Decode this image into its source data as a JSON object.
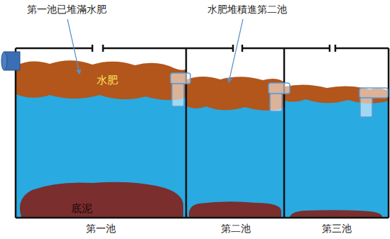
{
  "diagram": {
    "labels": [
      "第一池已堆滿水肥",
      "水肥堆積進第二池",
      "水肥",
      "底泥",
      "第一池",
      "第二池",
      "第三池"
    ]
  }
}
